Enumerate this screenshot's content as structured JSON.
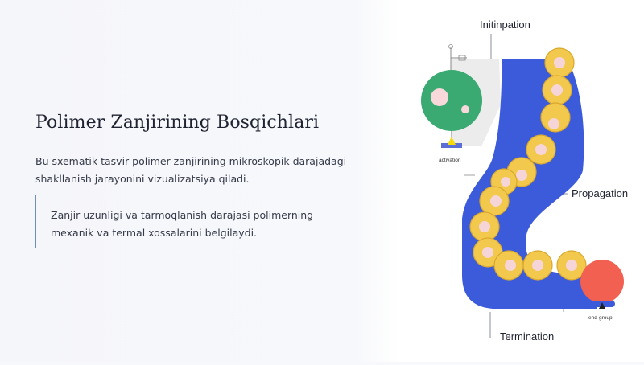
{
  "slide": {
    "title": "Polimer Zanjirining Bosqichlari",
    "description": "Bu sxematik tasvir polimer zanjirining mikroskopik darajadagi shakllanish jarayonini vizualizatsiya qiladi.",
    "note": "Zanjir uzunligi va tarmoqlanish darajasi polimerning mexanik va termal xossalarini belgilaydi."
  },
  "diagram": {
    "labels": {
      "initiation": "Initinpation",
      "propagation": "Propagation",
      "termination": "Termination",
      "activation": "activation",
      "end_group": "end-group"
    },
    "colors": {
      "chain_band": "#3b5bdb",
      "monomer_ring": "#f2c94c",
      "monomer_core": "#f6d5d8",
      "initiator": "#3aaa72",
      "end_group": "#f26052",
      "activation_marker": "#f5d90a"
    }
  }
}
